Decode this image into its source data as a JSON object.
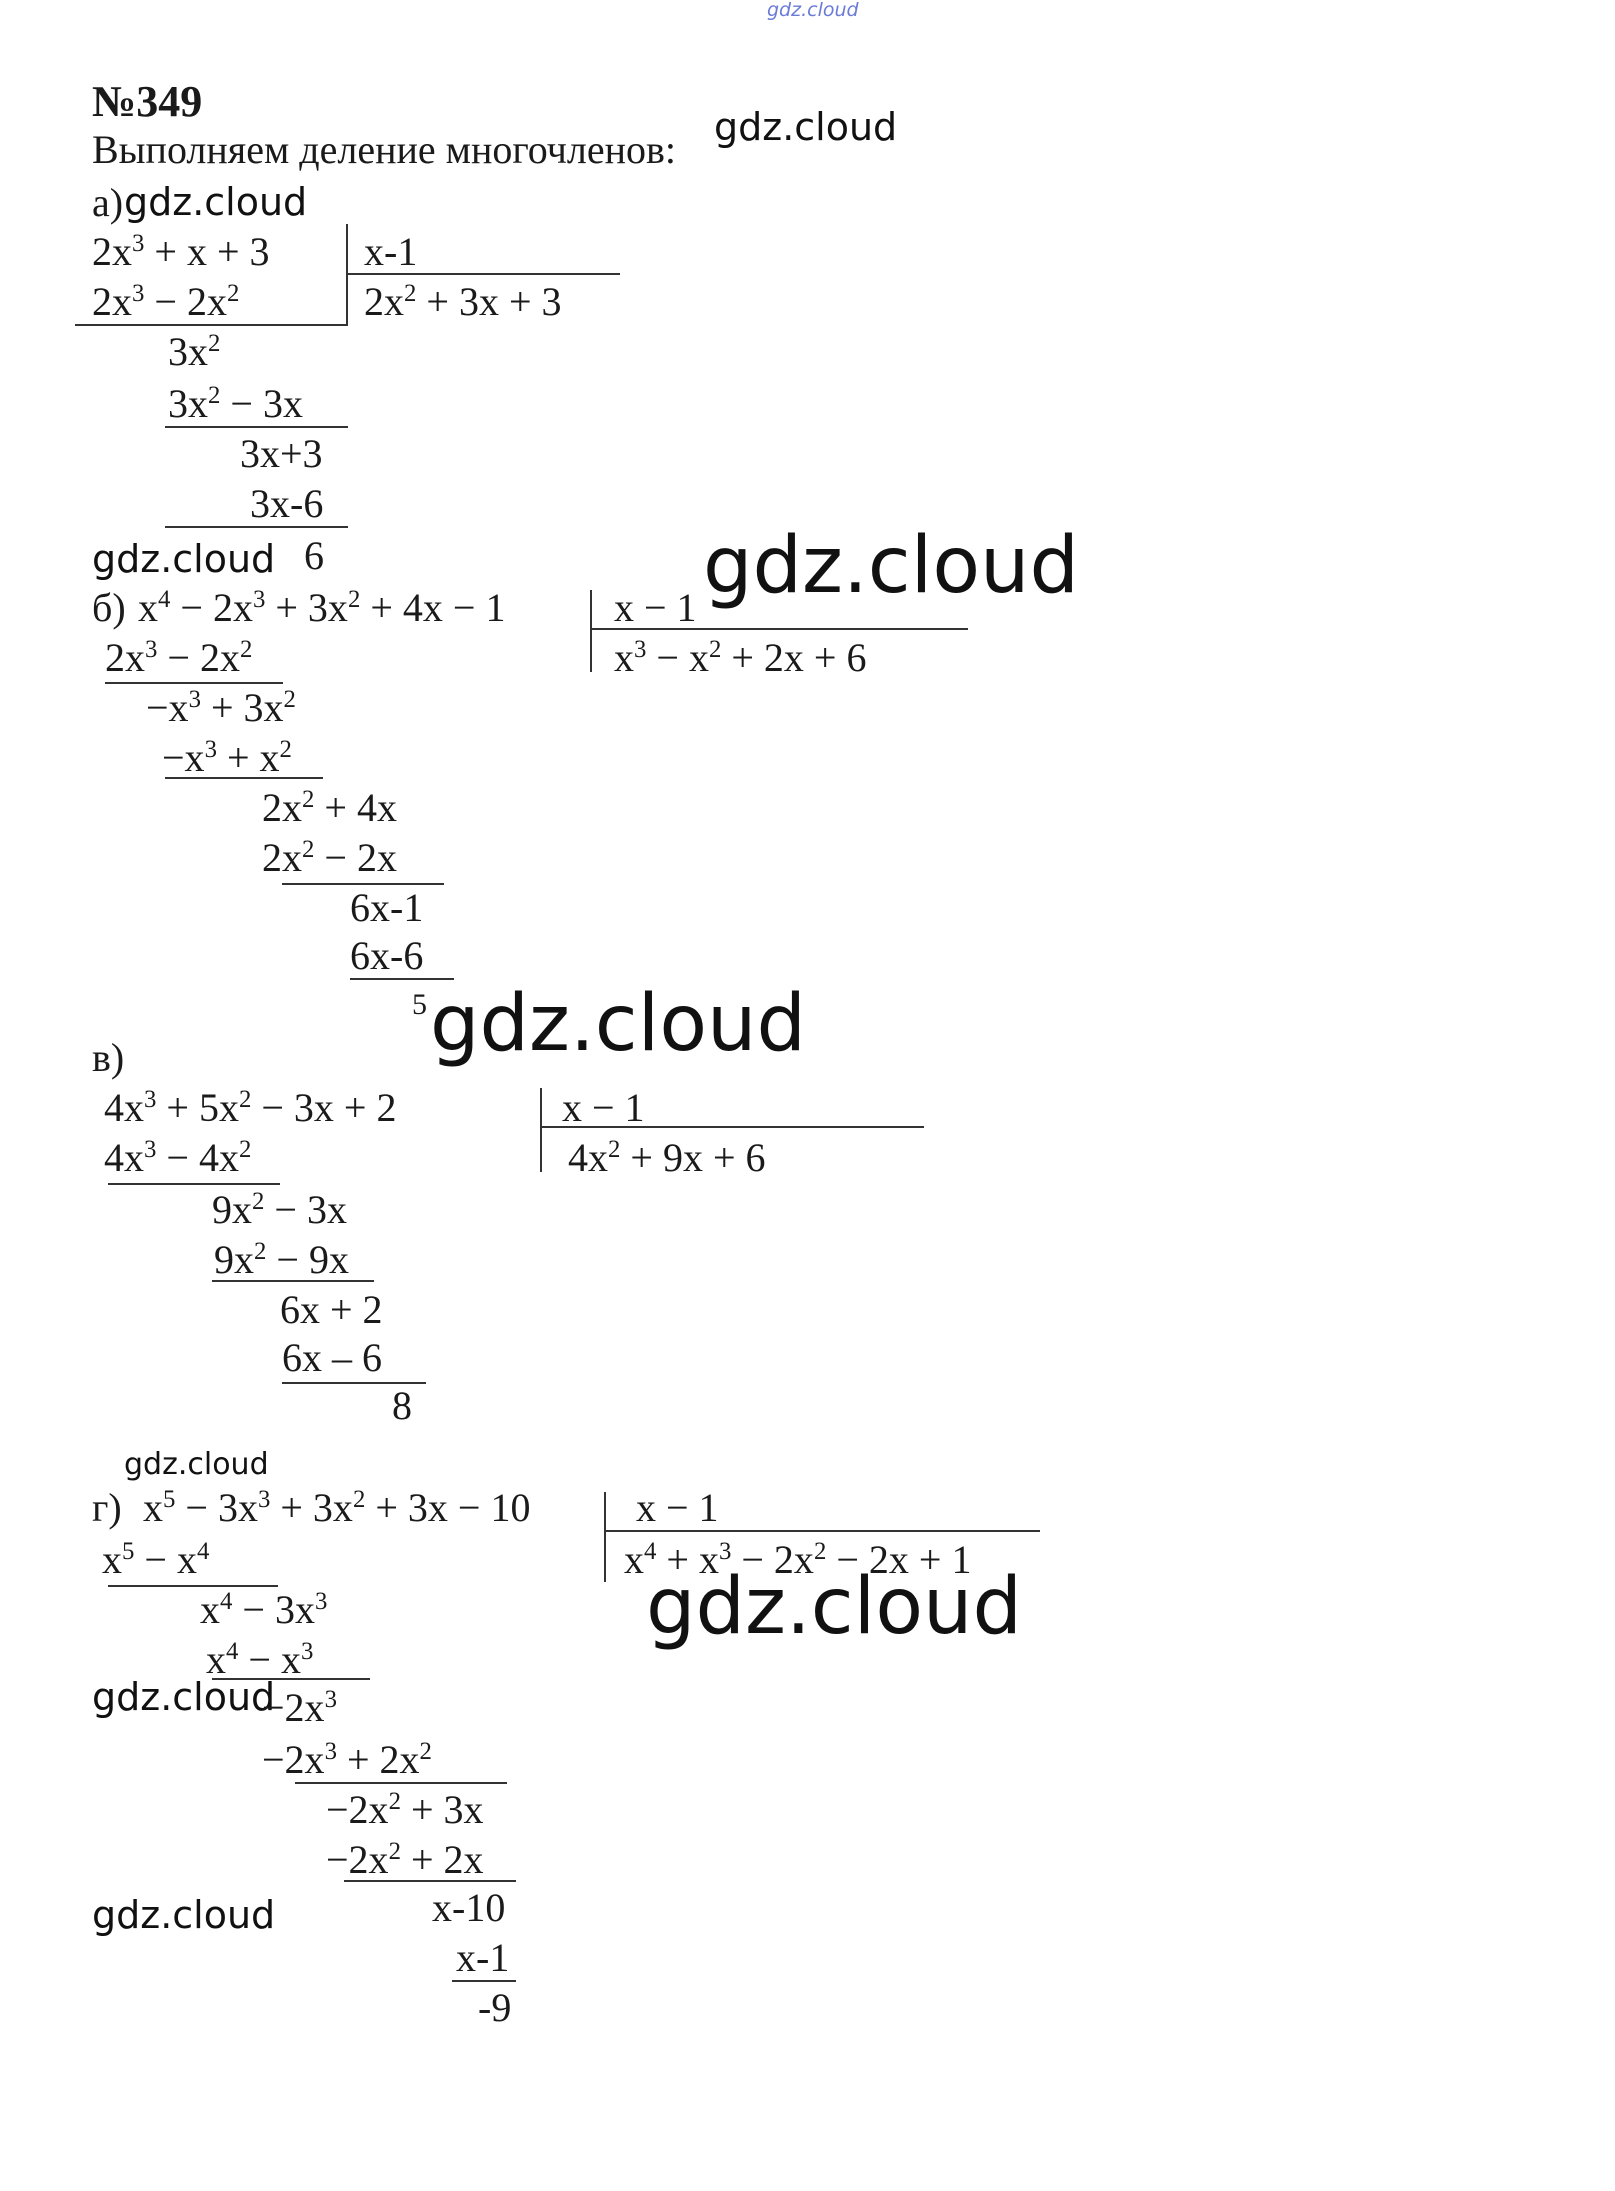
{
  "watermarks": {
    "top_small": "gdz.cloud",
    "text": "gdz.cloud"
  },
  "problem": {
    "number": "№349",
    "intro": "Выполняем деление многочленов:"
  },
  "a": {
    "label": "а)",
    "dividend": "2x^3 + x + 3",
    "divisor": "x-1",
    "quotient": "2x^2 + 3x + 3",
    "steps": [
      "2x^3 − 2x^2",
      "3x^2",
      "3x^2 − 3x",
      "3x+3",
      "3x-6",
      "6"
    ]
  },
  "b": {
    "label": "б)",
    "dividend": "x^4 − 2x^3 + 3x^2 + 4x − 1",
    "divisor": "x − 1",
    "quotient": "x^3 − x^2 + 2x + 6",
    "steps": [
      "2x^3 − 2x^2",
      "−x^3 + 3x^2",
      "−x^3 + x^2",
      "2x^2 + 4x",
      "2x^2 − 2x",
      "6x-1",
      "6x-6",
      "5"
    ]
  },
  "c": {
    "label": "в)",
    "dividend": "4x^3 + 5x^2 − 3x + 2",
    "divisor": "x − 1",
    "quotient": "4x^2 + 9x + 6",
    "steps": [
      "4x^3 − 4x^2",
      "9x^2 − 3x",
      "9x^2 − 9x",
      "6x + 2",
      "6x – 6",
      "8"
    ]
  },
  "d": {
    "label": "г)",
    "dividend": "x^5 − 3x^3 + 3x^2 + 3x − 10",
    "divisor": "x − 1",
    "quotient": "x^4 + x^3 − 2x^2 − 2x + 1",
    "steps": [
      "x^5 − x^4",
      "x^4 − 3x^3",
      "x^4 − x^3",
      "−2x^3",
      "−2x^3 + 2x^2",
      "−2x^2 + 3x",
      "−2x^2 + 2x",
      "x-10",
      "x-1",
      "-9"
    ]
  }
}
